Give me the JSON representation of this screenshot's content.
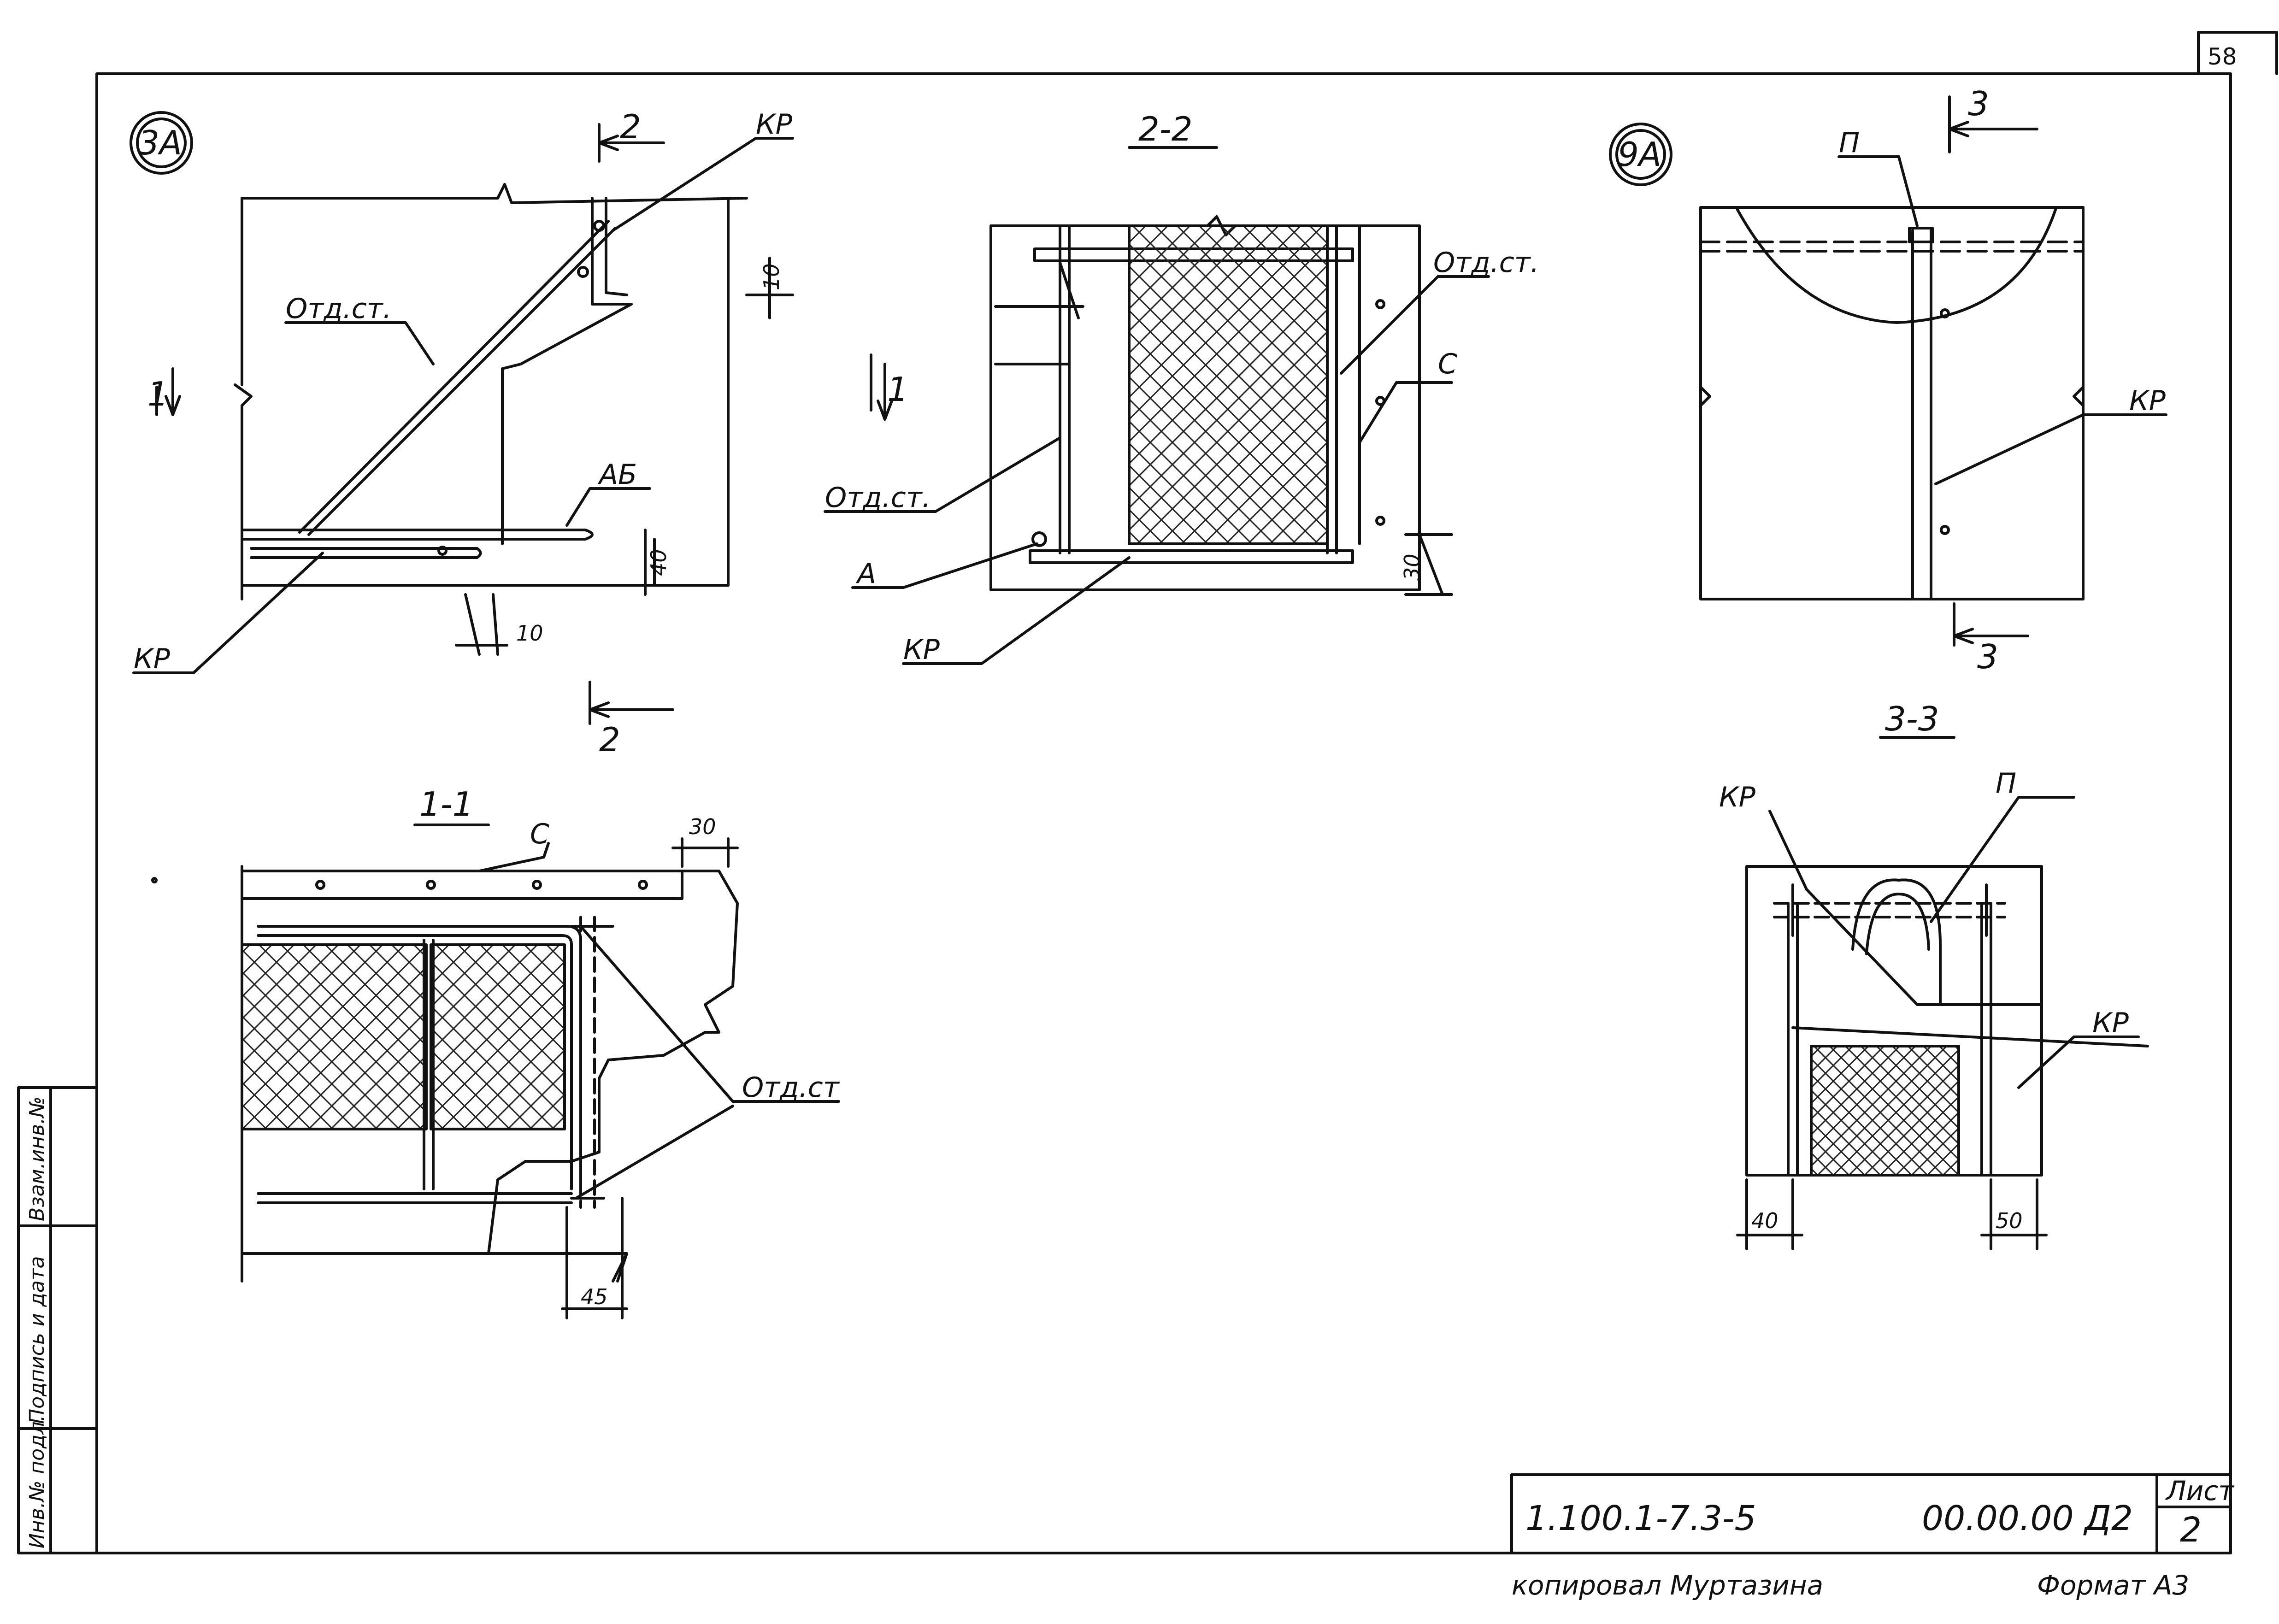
{
  "sheet": {
    "page_number": "58",
    "doc_code": "1.100.1-7.3-5",
    "drawing_code": "00.00.00 Д2",
    "sheet_label": "Лист",
    "sheet_number": "2",
    "copied_by": "копировал Муртазина",
    "format": "Формат А3"
  },
  "side_stamp": {
    "inv_no": "Инв.№ подл.",
    "signature_date": "Подпись и дата",
    "replace_inv": "Взам.инв.№"
  },
  "detail_3a": {
    "marker": "3А",
    "cut_2_top": "2",
    "cut_2_bottom": "2",
    "cut_1": "1",
    "label_kp_top": "КР",
    "label_otd_st": "Отд.ст.",
    "label_ab": "АБ",
    "label_kp_bottom": "КР",
    "dim_10_right": "10",
    "dim_40": "40",
    "dim_10_bottom": "10"
  },
  "section_2_2": {
    "title": "2-2",
    "cut_1": "1",
    "label_otd_st_right": "Отд.ст.",
    "label_c": "С",
    "label_otd_st_left": "Отд.ст.",
    "label_a": "А",
    "label_kp": "КР",
    "dim_30": "30"
  },
  "detail_9a": {
    "marker": "9А",
    "cut_3_top": "3",
    "cut_3_bottom": "3",
    "label_p": "П",
    "label_kp": "КР"
  },
  "section_1_1": {
    "title": "1-1",
    "label_c": "С",
    "dim_30": "30",
    "label_otd_st": "Отд.ст",
    "dim_45": "45"
  },
  "section_3_3": {
    "title": "3-3",
    "label_kp_top": "КР",
    "label_p": "П",
    "label_kp_right": "КР",
    "dim_40": "40",
    "dim_50": "50"
  }
}
